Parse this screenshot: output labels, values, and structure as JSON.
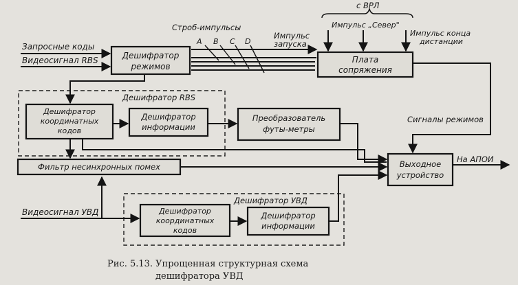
{
  "inputs": {
    "request_codes": "Запросные коды",
    "video_rbs": "Видеосигнал RBS",
    "video_uvd": "Видеосигнал УВД"
  },
  "signals": {
    "strobe": "Строб-импульсы",
    "strobe_a": "A",
    "strobe_b": "B",
    "strobe_c": "C",
    "strobe_d": "D",
    "launch_line1": "Импульс",
    "launch_line2": "запуска",
    "from_vrl": "с ВРЛ",
    "north_pulse": "Импульс „Север\"",
    "range_end_line1": "Импульс конца",
    "range_end_line2": "дистанции",
    "mode_signals": "Сигналы режимов",
    "to_apoi": "На АПОИ"
  },
  "blocks": {
    "mode_decoder_line1": "Дешифратор",
    "mode_decoder_line2": "режимов",
    "interface_board_line1": "Плата",
    "interface_board_line2": "сопряжения",
    "rbs_decoder_group": "Дешифратор RBS",
    "rbs_coord_line1": "Дешифратор",
    "rbs_coord_line2": "координатных",
    "rbs_coord_line3": "кодов",
    "rbs_info_line1": "Дешифратор",
    "rbs_info_line2": "информации",
    "converter_line1": "Преобразователь",
    "converter_line2": "футы-метры",
    "async_filter": "Фильтр несинхронных помех",
    "output_line1": "Выходное",
    "output_line2": "устройство",
    "uvd_decoder_group": "Дешифратор УВД",
    "uvd_coord_line1": "Дешифратор",
    "uvd_coord_line2": "координатных",
    "uvd_coord_line3": "кодов",
    "uvd_info_line1": "Дешифратор",
    "uvd_info_line2": "информации"
  },
  "caption": {
    "line1": "Рис.  5.13.  Упрощенная структурная  схема",
    "line2": "дешифратора  УВД"
  },
  "colors": {
    "background": "#e4e2dd",
    "ink": "#141414"
  }
}
